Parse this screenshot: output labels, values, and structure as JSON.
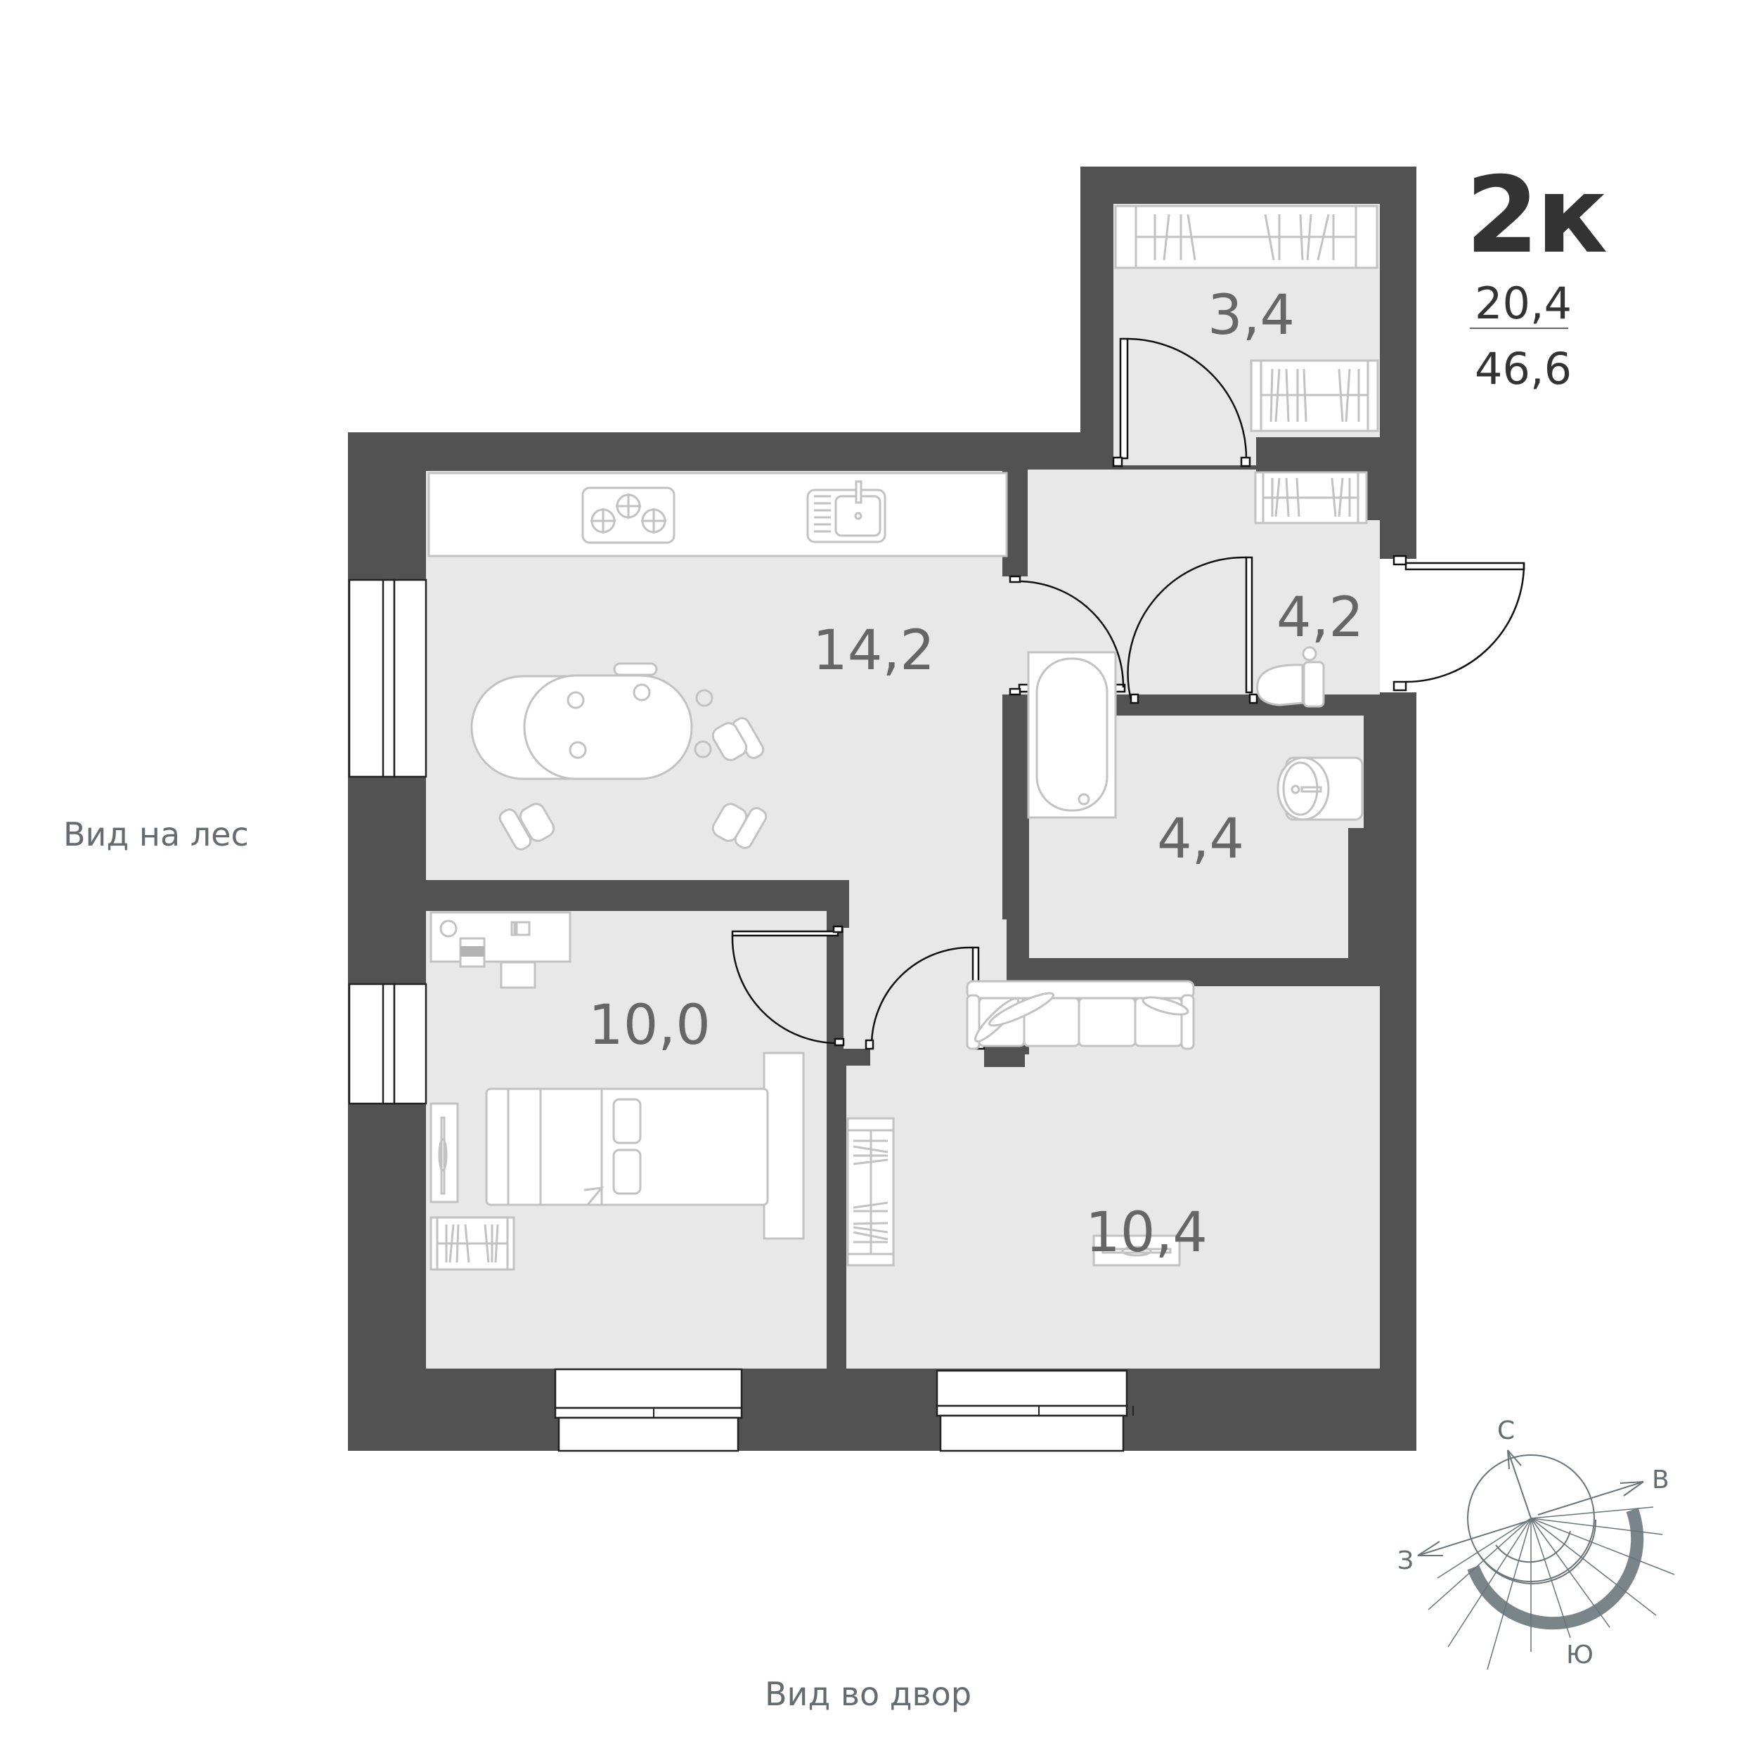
{
  "header": {
    "room_count_label": "2к",
    "living_area": "20,4",
    "total_area": "46,6"
  },
  "rooms": [
    {
      "id": "storage",
      "area": "3,4"
    },
    {
      "id": "kitchen-living",
      "area": "14,2"
    },
    {
      "id": "hallway",
      "area": "4,2"
    },
    {
      "id": "bathroom",
      "area": "4,4"
    },
    {
      "id": "bedroom",
      "area": "10,0"
    },
    {
      "id": "living-room",
      "area": "10,4"
    }
  ],
  "views": {
    "left": "Вид на лес",
    "bottom": "Вид во двор"
  },
  "compass": {
    "north": "С",
    "east": "В",
    "south": "Ю",
    "west": "З"
  },
  "colors": {
    "wall": "#525252",
    "floor": "#e8e8e8",
    "furniture_stroke": "#c2c2c2",
    "label": "#666666",
    "title": "#333333",
    "view_text": "#646c70"
  }
}
